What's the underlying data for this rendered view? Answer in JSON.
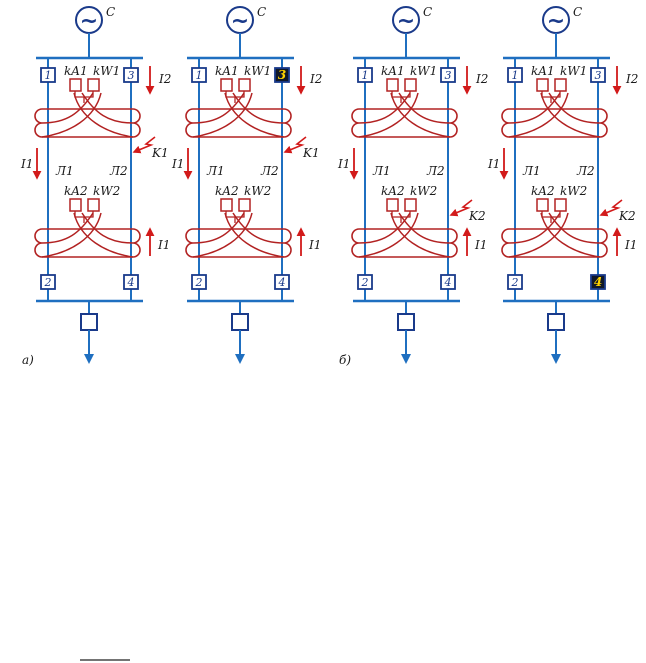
{
  "colors": {
    "bus": "#1f6fc0",
    "ct": "#b22222",
    "arrow": "#d21a1a",
    "box": "#1a3a8a",
    "box_on_fill": "#101828",
    "box_on_text": "#ffd400"
  },
  "generator": {
    "symbol": "~",
    "label": "C"
  },
  "panels": [
    {
      "tag": "а)",
      "breakers": [
        {
          "id": "1",
          "label": "1",
          "tripped": false
        },
        {
          "id": "3",
          "label": "3",
          "tripped": false
        },
        {
          "id": "2",
          "label": "2",
          "tripped": false
        },
        {
          "id": "4",
          "label": "4",
          "tripped": false
        }
      ],
      "relay_top": {
        "ka": "kA1",
        "kw": "kW1"
      },
      "relay_bottom": {
        "ka": "kA2",
        "kw": "kW2"
      },
      "line_left": "Л1",
      "line_right": "Л2",
      "fault": {
        "label": "K1",
        "position": "upper"
      },
      "currents": {
        "top_right": "I2",
        "mid_left": "I1",
        "bottom_right": "I1"
      }
    },
    {
      "tag": "",
      "breakers": [
        {
          "id": "1",
          "label": "1",
          "tripped": false
        },
        {
          "id": "3",
          "label": "3",
          "tripped": true
        },
        {
          "id": "2",
          "label": "2",
          "tripped": false
        },
        {
          "id": "4",
          "label": "4",
          "tripped": false
        }
      ],
      "relay_top": {
        "ka": "kA1",
        "kw": "kW1"
      },
      "relay_bottom": {
        "ka": "kA2",
        "kw": "kW2"
      },
      "line_left": "Л1",
      "line_right": "Л2",
      "fault": {
        "label": "K1",
        "position": "upper"
      },
      "currents": {
        "top_right": "I2",
        "mid_left": "I1",
        "bottom_right": "I1"
      }
    },
    {
      "tag": "б)",
      "breakers": [
        {
          "id": "1",
          "label": "1",
          "tripped": false
        },
        {
          "id": "3",
          "label": "3",
          "tripped": false
        },
        {
          "id": "2",
          "label": "2",
          "tripped": false
        },
        {
          "id": "4",
          "label": "4",
          "tripped": false
        }
      ],
      "relay_top": {
        "ka": "kA1",
        "kw": "kW1"
      },
      "relay_bottom": {
        "ka": "kA2",
        "kw": "kW2"
      },
      "line_left": "Л1",
      "line_right": "Л2",
      "fault": {
        "label": "K2",
        "position": "lower"
      },
      "currents": {
        "top_right": "I2",
        "mid_left": "I1",
        "bottom_right": "I1"
      }
    },
    {
      "tag": "",
      "breakers": [
        {
          "id": "1",
          "label": "1",
          "tripped": false
        },
        {
          "id": "3",
          "label": "3",
          "tripped": false
        },
        {
          "id": "2",
          "label": "2",
          "tripped": false
        },
        {
          "id": "4",
          "label": "4",
          "tripped": true
        }
      ],
      "relay_top": {
        "ka": "kA1",
        "kw": "kW1"
      },
      "relay_bottom": {
        "ka": "kA2",
        "kw": "kW2"
      },
      "line_left": "Л1",
      "line_right": "Л2",
      "fault": {
        "label": "K2",
        "position": "lower"
      },
      "currents": {
        "top_right": "I2",
        "mid_left": "I1",
        "bottom_right": "I1"
      }
    }
  ]
}
